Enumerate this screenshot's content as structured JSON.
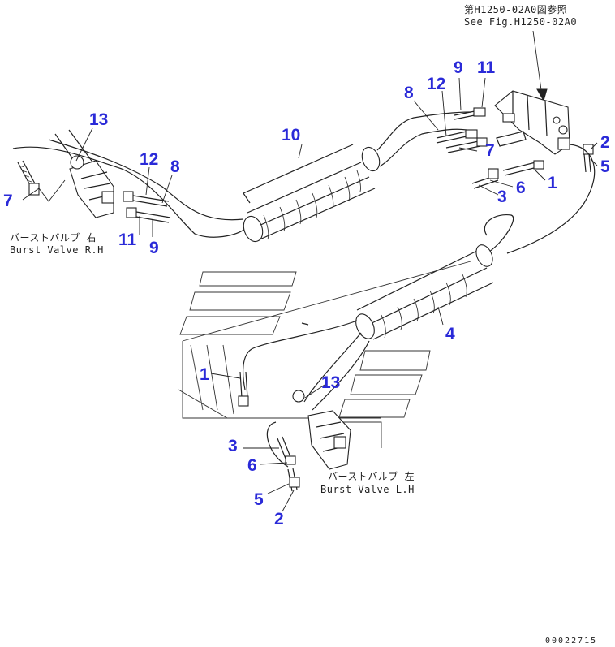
{
  "reference_note": {
    "line1": "第H1250-02A0図参照",
    "line2": "See Fig.H1250-02A0"
  },
  "burst_valve_rh": {
    "line1": "バーストバルブ 右",
    "line2": "Burst Valve R.H"
  },
  "burst_valve_lh": {
    "line1": "バーストバルブ 左",
    "line2": "Burst Valve L.H"
  },
  "callouts": [
    {
      "id": "c-13-top",
      "text": "13"
    },
    {
      "id": "c-12-left",
      "text": "12"
    },
    {
      "id": "c-8-left",
      "text": "8"
    },
    {
      "id": "c-7-left",
      "text": "7"
    },
    {
      "id": "c-11-left",
      "text": "11"
    },
    {
      "id": "c-9-left",
      "text": "9"
    },
    {
      "id": "c-10",
      "text": "10"
    },
    {
      "id": "c-9-right",
      "text": "9"
    },
    {
      "id": "c-11-right",
      "text": "11"
    },
    {
      "id": "c-8-right",
      "text": "8"
    },
    {
      "id": "c-12-right",
      "text": "12"
    },
    {
      "id": "c-7-right",
      "text": "7"
    },
    {
      "id": "c-2-right",
      "text": "2"
    },
    {
      "id": "c-5-right",
      "text": "5"
    },
    {
      "id": "c-1-right",
      "text": "1"
    },
    {
      "id": "c-6-right",
      "text": "6"
    },
    {
      "id": "c-3-right",
      "text": "3"
    },
    {
      "id": "c-4",
      "text": "4"
    },
    {
      "id": "c-1-lower",
      "text": "1"
    },
    {
      "id": "c-13-lower",
      "text": "13"
    },
    {
      "id": "c-3-lower",
      "text": "3"
    },
    {
      "id": "c-6-lower",
      "text": "6"
    },
    {
      "id": "c-5-lower",
      "text": "5"
    },
    {
      "id": "c-2-lower",
      "text": "2"
    }
  ],
  "drawing_number": "00022715"
}
